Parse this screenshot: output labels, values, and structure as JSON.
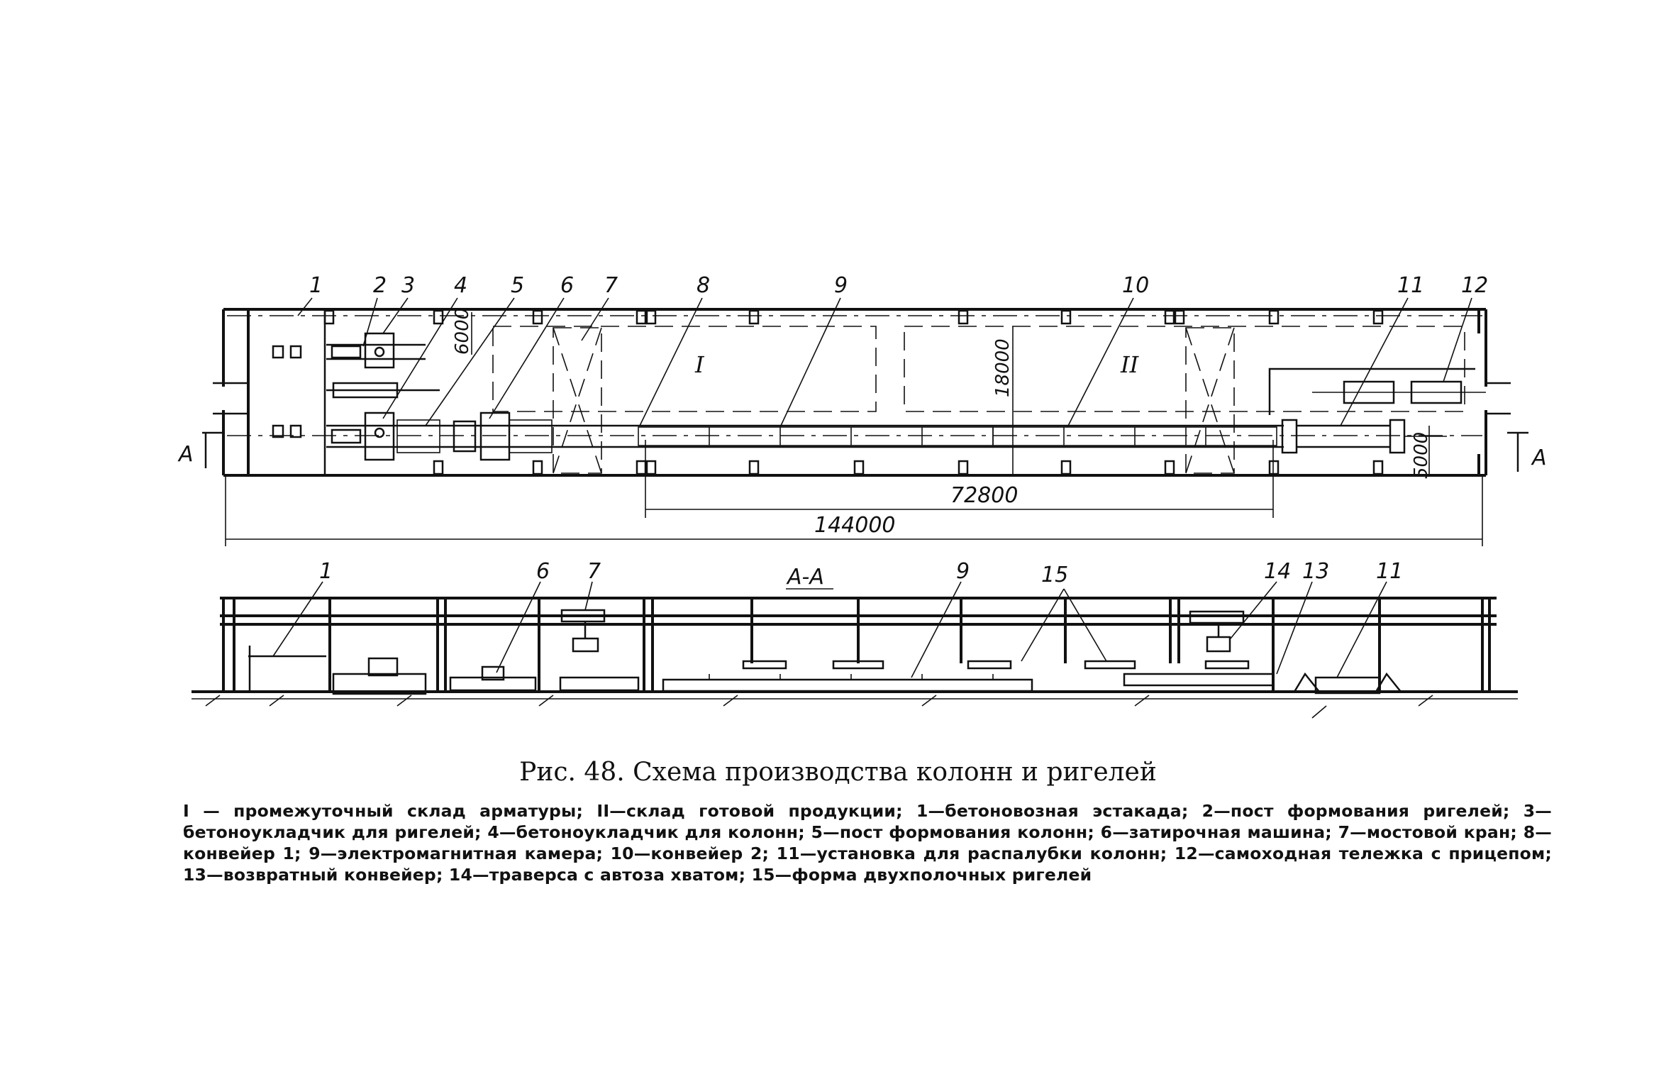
{
  "diagram": {
    "plan_labels": [
      "1",
      "2",
      "3",
      "4",
      "5",
      "6",
      "7",
      "8",
      "9",
      "10",
      "11",
      "12"
    ],
    "section_labels": [
      "1",
      "6",
      "7",
      "9",
      "15",
      "14",
      "13",
      "11"
    ],
    "section_title": "А-А",
    "section_mark": "А",
    "zones": [
      "I",
      "II"
    ],
    "dimensions": {
      "d6000": "6000",
      "d18000": "18000",
      "d5000": "5000",
      "d72800": "72800",
      "d144000": "144000"
    }
  },
  "caption": "Рис. 48. Схема производства колонн и ригелей",
  "legend": "I — промежуточный склад арматуры; II—склад готовой продукции; 1—бетоновозная эстакада; 2—пост формования ригелей; 3—бетоноукладчик для ригелей; 4—бетоноукладчик для колонн; 5—пост формования колонн; 6—затирочная машина; 7—мостовой кран; 8—конвейер 1; 9—электромагнитная камера; 10—конвейер 2; 11—установка для распалубки колонн; 12—самоходная тележка с прицепом; 13—возвратный конвейер; 14—траверса с автоза хватом; 15—форма двухполочных ригелей"
}
